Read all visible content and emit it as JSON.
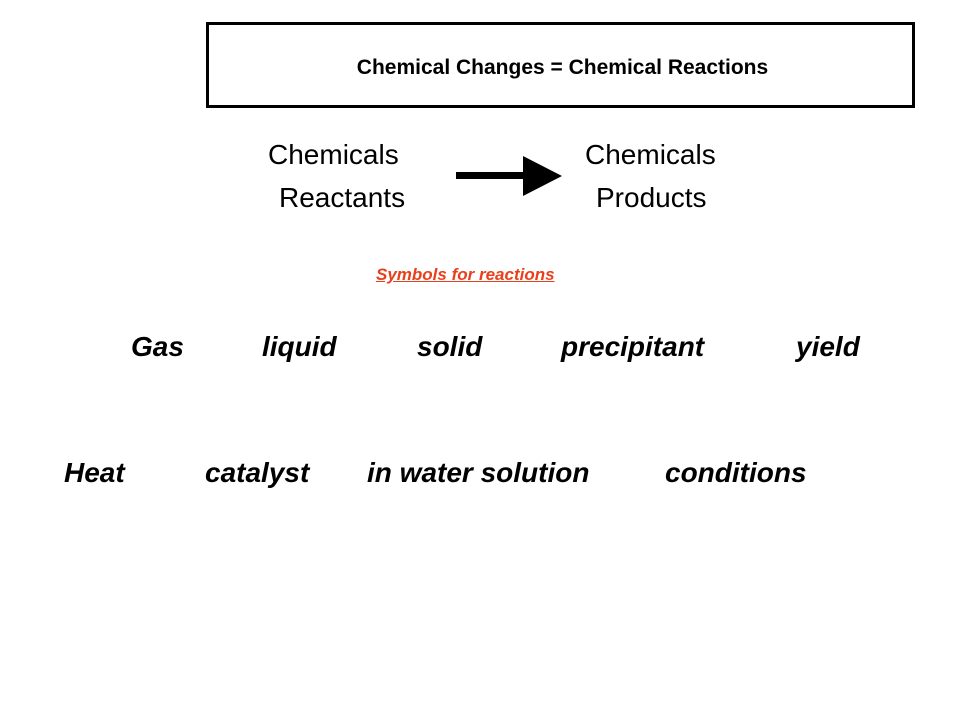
{
  "slide": {
    "title": "Chemical Changes = Chemical Reactions",
    "left_top": "Chemicals",
    "left_bottom": "Reactants",
    "right_top": "Chemicals",
    "right_bottom": "Products",
    "symbols_heading": "Symbols for reactions",
    "row1": [
      "Gas",
      "liquid",
      "solid",
      "precipitant",
      "yield"
    ],
    "row2": [
      "Heat",
      "catalyst",
      "in water solution",
      "conditions"
    ]
  },
  "colors": {
    "heading_accent": "#e8401c",
    "text": "#000000",
    "background": "#ffffff"
  },
  "icons": {
    "arrow": "right-arrow-icon"
  }
}
